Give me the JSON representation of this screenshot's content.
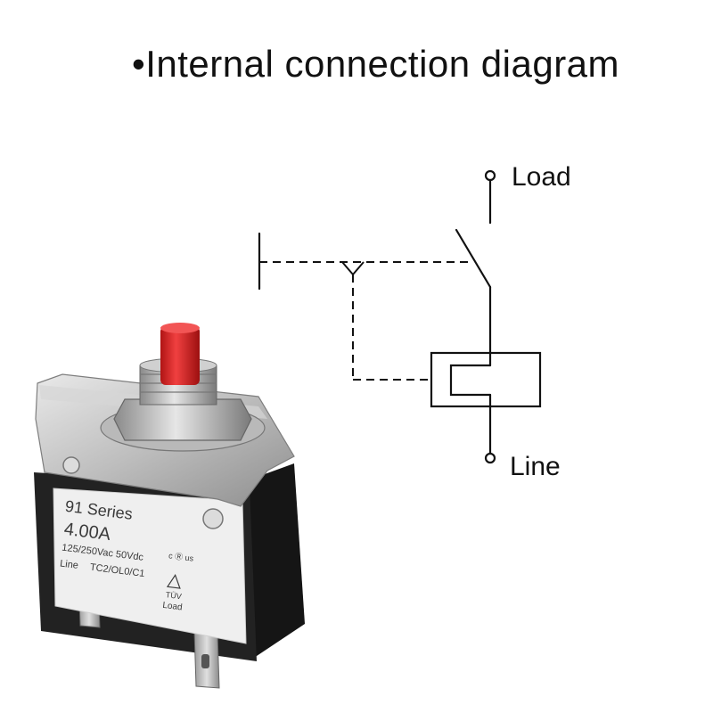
{
  "title": "•Internal connection diagram",
  "diagram": {
    "terminal_top_label": "Load",
    "terminal_bottom_label": "Line"
  },
  "product_label": {
    "series": "91 Series",
    "rating": "4.00A",
    "voltage": "125/250Vac 50Vdc",
    "line_text": "Line",
    "codes": "TC2/OL0/C1",
    "ul_mark": "c Ⓡ us",
    "tuv_mark": "TÜV",
    "load_text": "Load"
  },
  "colors": {
    "button_red": "#d8201f",
    "housing_black": "#1e1e1e",
    "bracket_silver": "#c9c9c9",
    "label_white": "#f2f2f2"
  }
}
